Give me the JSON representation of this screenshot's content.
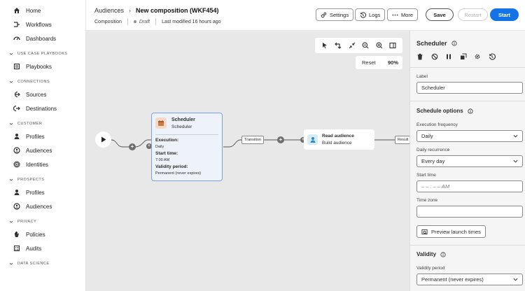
{
  "sidebar": {
    "top_items": [
      {
        "label": "Home",
        "icon": "home-icon"
      },
      {
        "label": "Workflows",
        "icon": "workflow-icon"
      },
      {
        "label": "Dashboards",
        "icon": "dashboard-icon"
      }
    ],
    "sections": [
      {
        "title": "USE CASE PLAYBOOKS",
        "items": [
          {
            "label": "Playbooks",
            "icon": "book-icon"
          }
        ]
      },
      {
        "title": "CONNECTIONS",
        "items": [
          {
            "label": "Sources",
            "icon": "source-icon"
          },
          {
            "label": "Destinations",
            "icon": "destination-icon"
          }
        ]
      },
      {
        "title": "CUSTOMER",
        "items": [
          {
            "label": "Profiles",
            "icon": "person-icon"
          },
          {
            "label": "Audiences",
            "icon": "audience-icon"
          },
          {
            "label": "Identities",
            "icon": "identity-icon"
          }
        ]
      },
      {
        "title": "PROSPECTS",
        "items": [
          {
            "label": "Profiles",
            "icon": "person-icon"
          },
          {
            "label": "Audiences",
            "icon": "audience-icon"
          }
        ]
      },
      {
        "title": "PRIVACY",
        "items": [
          {
            "label": "Policies",
            "icon": "hand-icon"
          },
          {
            "label": "Audits",
            "icon": "audit-icon"
          }
        ]
      },
      {
        "title": "DATA SCIENCE",
        "items": []
      }
    ]
  },
  "header": {
    "breadcrumb_parent": "Audiences",
    "title": "New composition (WKF454)",
    "type": "Composition",
    "status": "Draft",
    "modified": "Last modified 16 hours ago",
    "buttons": {
      "settings": "Settings",
      "logs": "Logs",
      "more": "More",
      "save": "Save",
      "restart": "Restart",
      "start": "Start"
    }
  },
  "canvas": {
    "zoom_reset": "Reset",
    "zoom_value": "90%",
    "scheduler_node": {
      "title": "Scheduler",
      "subtitle": "Scheduler",
      "execution_label": "Execution:",
      "execution_value": "Daily",
      "start_label": "Start time:",
      "start_value": "7:00 AM",
      "validity_label": "Validity period:",
      "validity_value": "Permanent (never expires)"
    },
    "transition_label": "Transition",
    "read_node": {
      "title": "Read audience",
      "subtitle": "Build audience"
    },
    "result_label": "Result"
  },
  "panel": {
    "title": "Scheduler",
    "label_label": "Label",
    "label_value": "Scheduler",
    "schedule_options_title": "Schedule options",
    "execution_frequency_label": "Execution frequency",
    "execution_frequency_value": "Daily",
    "daily_recurrence_label": "Daily recurrence",
    "daily_recurrence_value": "Every day",
    "start_time_label": "Start time",
    "start_time_placeholder": "– – : – –  AM",
    "time_zone_label": "Time zone",
    "time_zone_value": "",
    "preview_button": "Preview launch times",
    "validity_title": "Validity",
    "validity_period_label": "Validity period",
    "validity_period_value": "Permanent (never expires)"
  },
  "colors": {
    "accent": "#1473e6",
    "selected_node_border": "#7aa1e6",
    "canvas_bg": "#e8e8e8"
  }
}
